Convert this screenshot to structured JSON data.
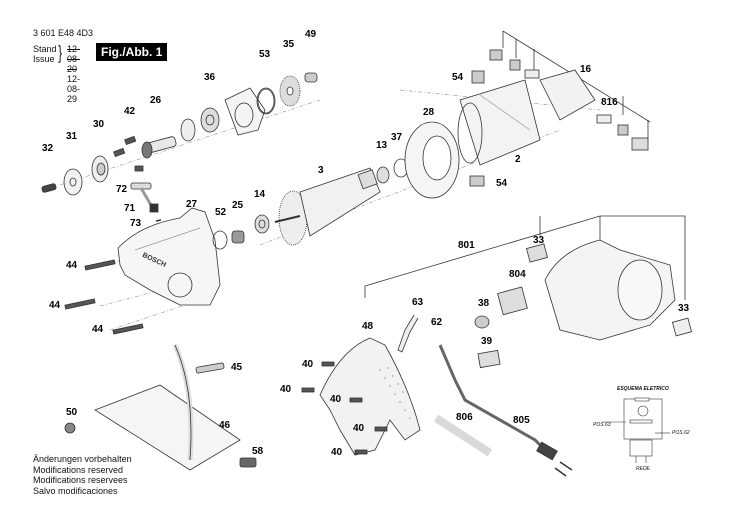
{
  "header": {
    "part_code": "3 601 E48 4D3",
    "stand_label": "Stand",
    "issue_label": "Issue",
    "stand_value_struck": "12-08-20",
    "issue_value": "12-08-29",
    "figure_label": "Fig./Abb. 1"
  },
  "footer_notes": [
    "Änderungen vorbehalten",
    "Modifications reserved",
    "Modifications reservees",
    "Salvo modificaciones"
  ],
  "schematic": {
    "title": "ESQUEMA ELETRICO",
    "pos_left": "POS.63",
    "pos_right": "POS.62",
    "bottom": "REDE"
  },
  "brand_on_part": "BOSCH",
  "part_labels": {
    "p49": "49",
    "p35": "35",
    "p53": "53",
    "p36": "36",
    "p26": "26",
    "p42": "42",
    "p30": "30",
    "p31": "31",
    "p32": "32",
    "p72": "72",
    "p71": "71",
    "p73": "73",
    "p27": "27",
    "p52": "52",
    "p25": "25",
    "p14": "14",
    "p3": "3",
    "p13": "13",
    "p37": "37",
    "p28": "28",
    "p54a": "54",
    "p54b": "54",
    "p2": "2",
    "p16": "16",
    "p816": "816",
    "p44a": "44",
    "p44b": "44",
    "p44c": "44",
    "p801": "801",
    "p33a": "33",
    "p33b": "33",
    "p804": "804",
    "p63": "63",
    "p62": "62",
    "p48": "48",
    "p38": "38",
    "p39": "39",
    "p40a": "40",
    "p40b": "40",
    "p40c": "40",
    "p40d": "40",
    "p40e": "40",
    "p45": "45",
    "p50": "50",
    "p46": "46",
    "p58": "58",
    "p806": "806",
    "p805": "805"
  }
}
